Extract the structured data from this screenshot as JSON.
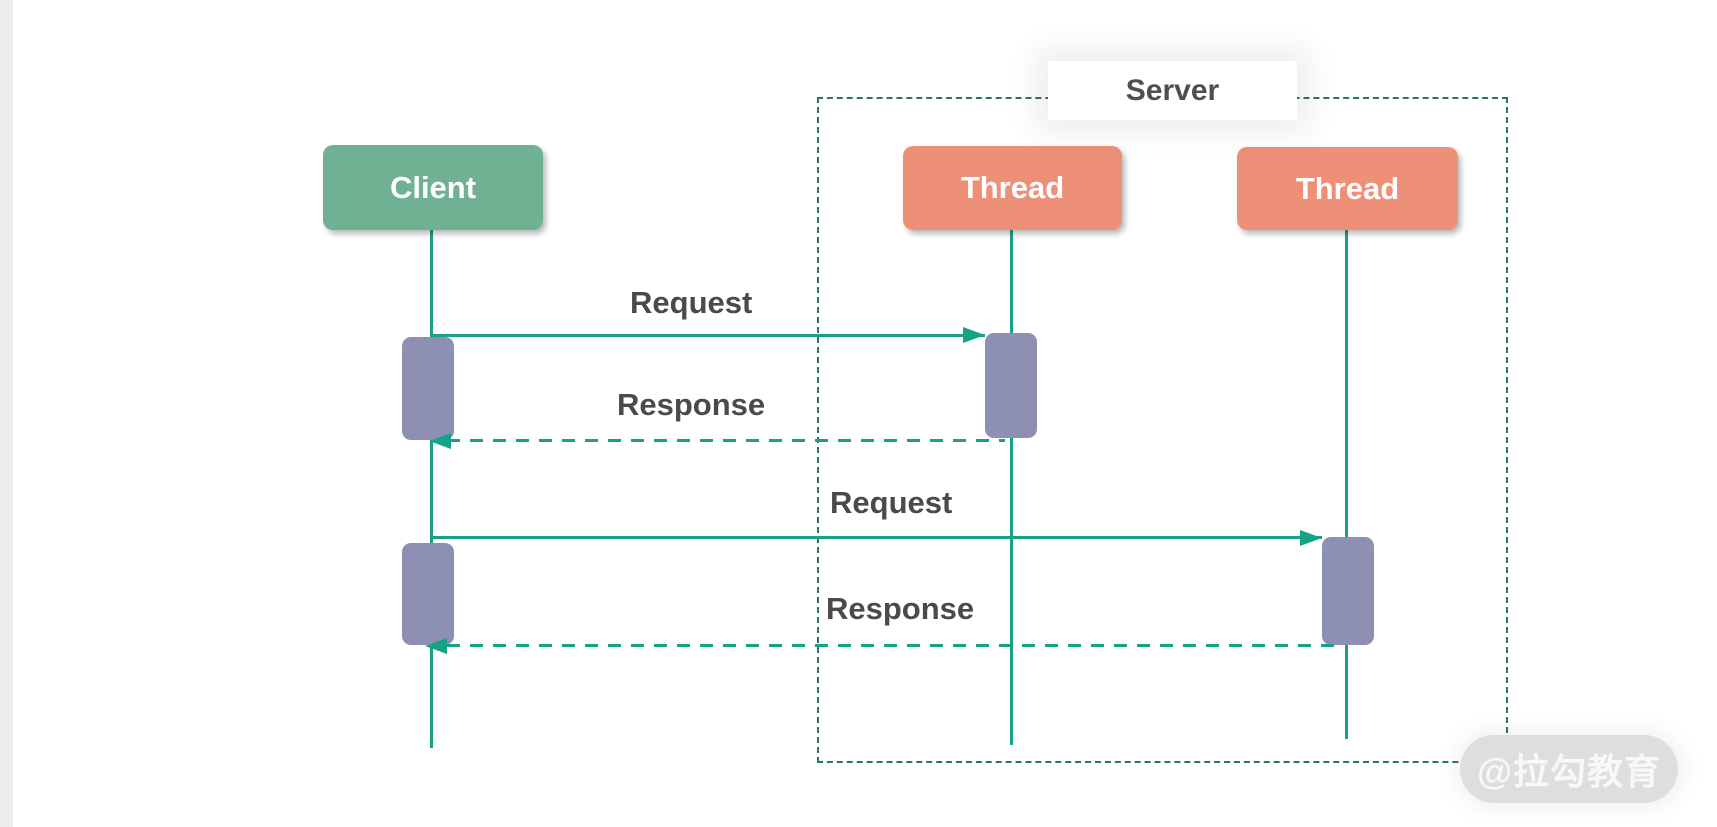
{
  "frame": {
    "label": "Server"
  },
  "actors": [
    {
      "id": "client",
      "label": "Client",
      "color": "#6fb192"
    },
    {
      "id": "thread1",
      "label": "Thread",
      "color": "#ee9078"
    },
    {
      "id": "thread2",
      "label": "Thread",
      "color": "#ee9078"
    }
  ],
  "messages": [
    {
      "label": "Request",
      "style": "solid",
      "from": "client",
      "to": "thread1"
    },
    {
      "label": "Response",
      "style": "dashed",
      "from": "thread1",
      "to": "client"
    },
    {
      "label": "Request",
      "style": "solid",
      "from": "client",
      "to": "thread2"
    },
    {
      "label": "Response",
      "style": "dashed",
      "from": "thread2",
      "to": "client"
    }
  ],
  "watermark": {
    "text": "@拉勾教育"
  },
  "colors": {
    "line_teal": "#17a287",
    "frame_dash_teal": "#2a756b",
    "client_green": "#6fb192",
    "thread_salmon": "#ee9078",
    "activation_lavender": "#8d8fb3",
    "label_gray": "#4a4a4a",
    "watermark_bg": "#dedede"
  }
}
